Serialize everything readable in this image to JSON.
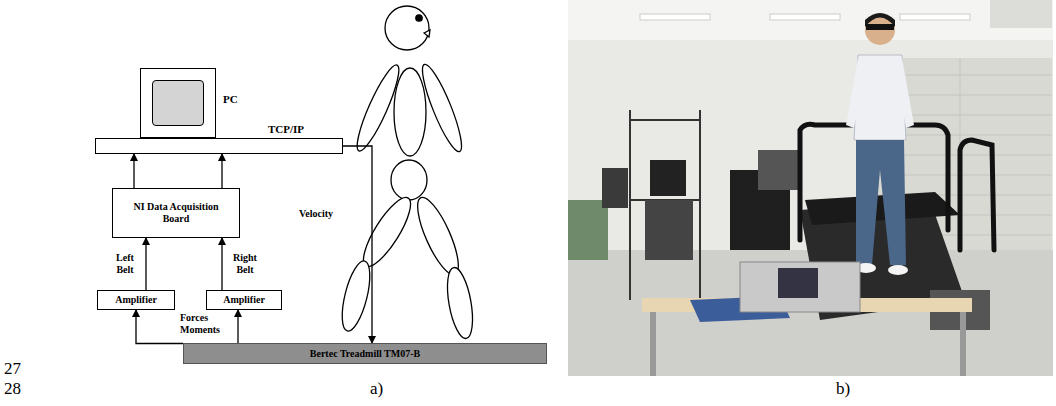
{
  "diagram": {
    "nodes": [
      {
        "text": [
          "PC"
        ]
      },
      {
        "text": [
          "TCP/IP"
        ]
      },
      {
        "text": [
          "NI Data Acquisition Board"
        ]
      },
      {
        "text": [
          "Amplifier"
        ]
      },
      {
        "text": [
          "Amplifier"
        ]
      },
      {
        "text": [
          "Bertec Treadmill TM07-B"
        ]
      }
    ],
    "edges": [
      {
        "from": 2,
        "to": 1,
        "arrow": "to"
      },
      {
        "from": 2,
        "to": 1,
        "arrow": "to"
      },
      {
        "from": 3,
        "to": 2,
        "arrow": "to",
        "label": "Left Belt"
      },
      {
        "from": 4,
        "to": 2,
        "arrow": "to",
        "label": "Right Belt"
      },
      {
        "from": 5,
        "to": 3,
        "arrow": "to"
      },
      {
        "from": 5,
        "to": 4,
        "arrow": "to"
      },
      {
        "from": 1,
        "to": 5,
        "arrow": "to",
        "label": "Velocity"
      }
    ],
    "labels": [
      "Forces Moments",
      "27",
      "28",
      "a)",
      "b)"
    ]
  }
}
